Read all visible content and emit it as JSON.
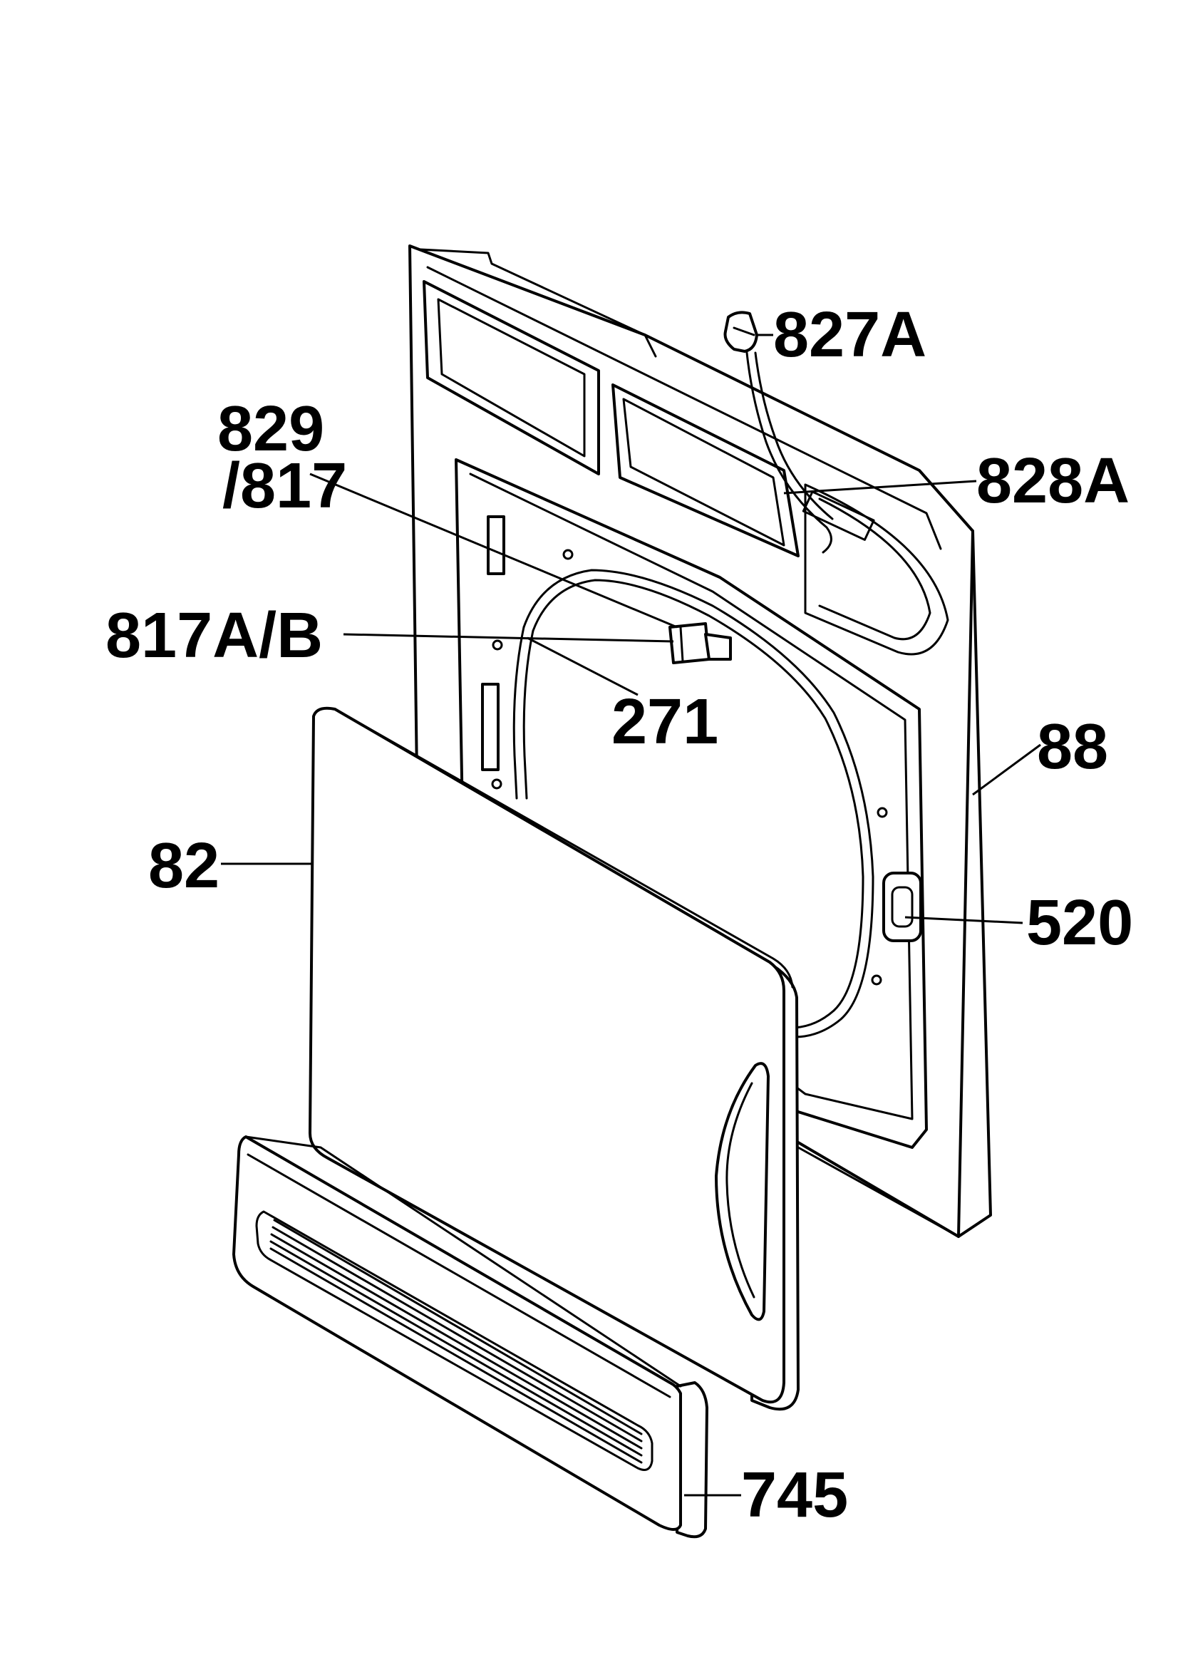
{
  "diagram": {
    "callouts": [
      {
        "id": "827A",
        "label": "827A"
      },
      {
        "id": "829",
        "label": "829"
      },
      {
        "id": "817",
        "label": "/817"
      },
      {
        "id": "828A",
        "label": "828A"
      },
      {
        "id": "817AB",
        "label": "817A/B"
      },
      {
        "id": "271",
        "label": "271"
      },
      {
        "id": "88",
        "label": "88"
      },
      {
        "id": "82",
        "label": "82"
      },
      {
        "id": "520",
        "label": "520"
      },
      {
        "id": "745",
        "label": "745"
      }
    ]
  }
}
